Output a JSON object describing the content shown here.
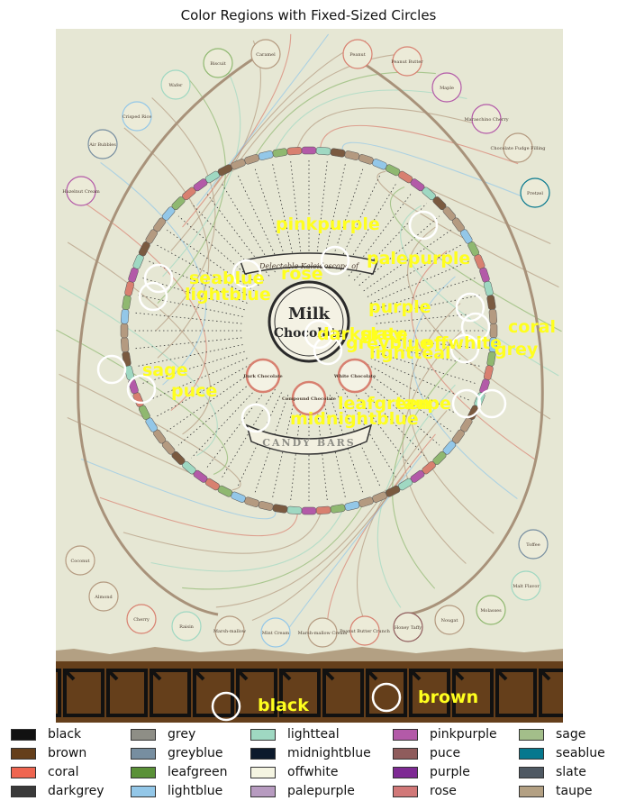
{
  "title": "Color Regions with Fixed-Sized Circles",
  "poster": {
    "header_text": "Delectable Kaleidoscope of",
    "center_text_1": "Milk",
    "center_text_2": "Chocolate",
    "left_circle": "Dark Chocolate",
    "right_circle": "White Chocolate",
    "bottom_circle": "Compound Chocolate",
    "banner_text": "CANDY BARS",
    "outer_top": [
      "Biscuit",
      "Caramel",
      "Peanut",
      "Peanut Butter",
      "Wafer",
      "Maple",
      "Crisped Rice",
      "Maraschino Cherry",
      "Air Bubbles",
      "Chocolate Fudge Filling",
      "Hazelnut Cream",
      "Pretzel"
    ],
    "outer_bottom": [
      "Coconut",
      "Toffee",
      "Almond",
      "Malt Flavor",
      "Cherry",
      "Molasses",
      "Raisin",
      "Marsh-mallow",
      "Mint Cream",
      "Marsh-mallow Cream",
      "Peanut Butter Crunch",
      "Honey Taffy",
      "Nougat"
    ]
  },
  "region_labels": [
    {
      "name": "pinkpurple",
      "text": "pinkpurple"
    },
    {
      "name": "palepurple",
      "text": "palepurple"
    },
    {
      "name": "seablue",
      "text": "seablue"
    },
    {
      "name": "rose",
      "text": "rose"
    },
    {
      "name": "lightblue",
      "text": "lightblue"
    },
    {
      "name": "purple",
      "text": "purple"
    },
    {
      "name": "coral",
      "text": "coral"
    },
    {
      "name": "darkgrey",
      "text": "darkgrey"
    },
    {
      "name": "slate",
      "text": "slate"
    },
    {
      "name": "greyblue",
      "text": "greyblue"
    },
    {
      "name": "offwhite",
      "text": "offwhite"
    },
    {
      "name": "grey",
      "text": "grey"
    },
    {
      "name": "lightteal",
      "text": "lightteal"
    },
    {
      "name": "sage",
      "text": "sage"
    },
    {
      "name": "puce",
      "text": "puce"
    },
    {
      "name": "leafgreen",
      "text": "leafgreen"
    },
    {
      "name": "taupe",
      "text": "taupe"
    },
    {
      "name": "midnightblue",
      "text": "midnightblue"
    },
    {
      "name": "black",
      "text": "black"
    },
    {
      "name": "brown",
      "text": "brown"
    }
  ],
  "legend": [
    {
      "label": "black",
      "color": "#111111"
    },
    {
      "label": "brown",
      "color": "#653f1b"
    },
    {
      "label": "coral",
      "color": "#ef6550"
    },
    {
      "label": "darkgrey",
      "color": "#3a3a3a"
    },
    {
      "label": "grey",
      "color": "#8e8e86"
    },
    {
      "label": "greyblue",
      "color": "#778ea0"
    },
    {
      "label": "leafgreen",
      "color": "#5a9137"
    },
    {
      "label": "lightblue",
      "color": "#93c7e8"
    },
    {
      "label": "lightteal",
      "color": "#9fd8c2"
    },
    {
      "label": "midnightblue",
      "color": "#0c1a2c"
    },
    {
      "label": "offwhite",
      "color": "#f5f5e2"
    },
    {
      "label": "palepurple",
      "color": "#b79bc0"
    },
    {
      "label": "pinkpurple",
      "color": "#b35aa8"
    },
    {
      "label": "puce",
      "color": "#8f5c5c"
    },
    {
      "label": "purple",
      "color": "#7e2a94"
    },
    {
      "label": "rose",
      "color": "#d17878"
    },
    {
      "label": "sage",
      "color": "#a3be8a"
    },
    {
      "label": "seablue",
      "color": "#06788e"
    },
    {
      "label": "slate",
      "color": "#4f5963"
    },
    {
      "label": "taupe",
      "color": "#b3a083"
    }
  ]
}
